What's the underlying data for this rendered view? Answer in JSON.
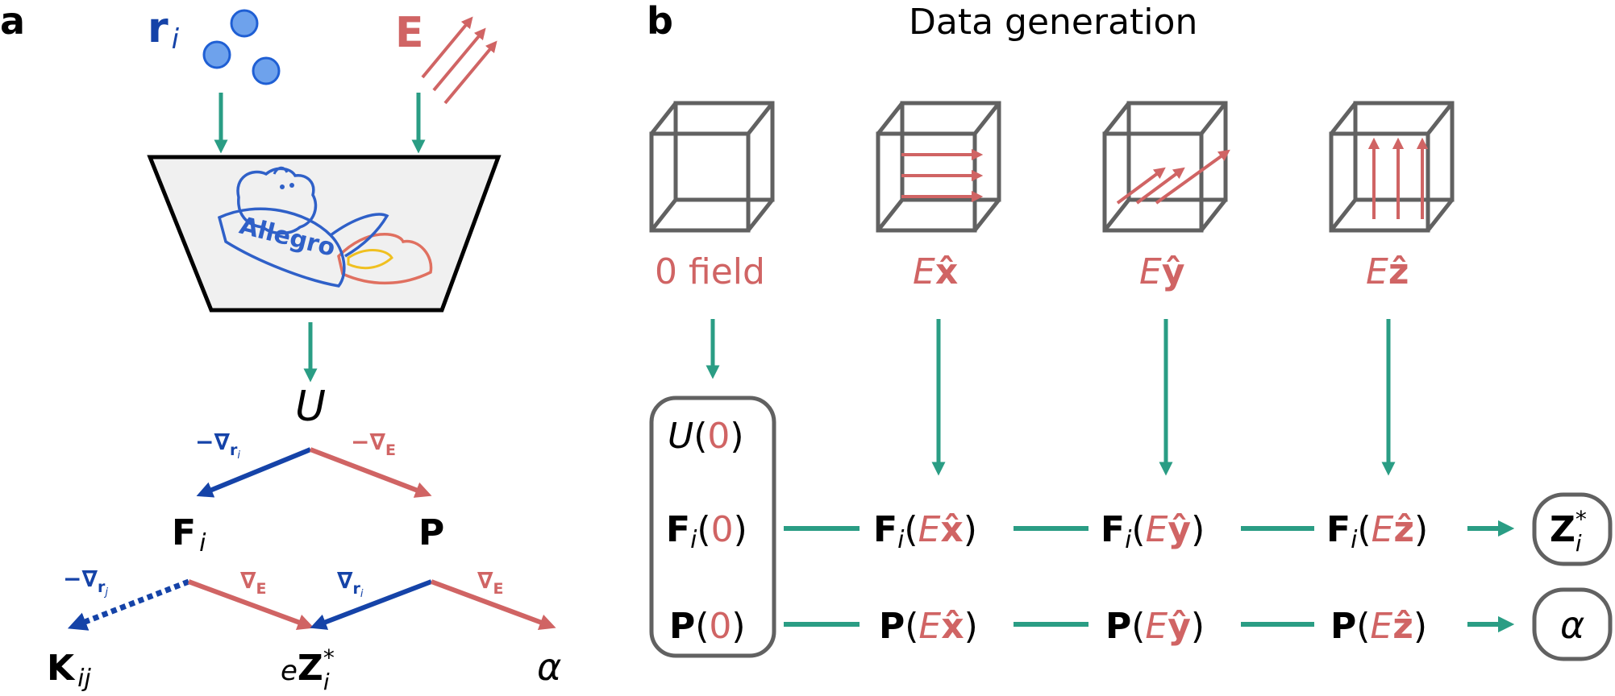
{
  "colors": {
    "red": "#d06464",
    "blue": "#1543a8",
    "green": "#2a9d84",
    "gray": "#616161",
    "black": "#000000",
    "engine_fill": "#f0f0f0",
    "atom_fill": "#6ea2ec",
    "atom_stroke": "#1f5fd4"
  },
  "panel_a": {
    "label": "a",
    "input_r": {
      "main": "r",
      "sub": "i"
    },
    "input_e": "E",
    "engine_logo_text": "Allegro",
    "energy": "U",
    "force": {
      "main": "F",
      "sub": "i"
    },
    "polarization": "P",
    "grad_neg_ri": {
      "text": "−∇",
      "sub": "r",
      "subsub": "i"
    },
    "grad_neg_e": {
      "text": "−∇",
      "sub": "E"
    },
    "grad_neg_rj": {
      "text": "−∇",
      "sub": "r",
      "subsub": "j"
    },
    "grad_e_left": {
      "text": "∇",
      "sub": "E"
    },
    "grad_ri": {
      "text": "∇",
      "sub": "r",
      "subsub": "i"
    },
    "grad_e_right": {
      "text": "∇",
      "sub": "E"
    },
    "hessian": {
      "main": "K",
      "sub": "ij"
    },
    "born_charge": {
      "prefix": "e",
      "main": "Z",
      "sup": "*",
      "sub": "i"
    },
    "polarizability": "α"
  },
  "panel_b": {
    "label": "b",
    "title": "Data generation",
    "fields": [
      {
        "label_plain": "0 field"
      },
      {
        "label_e": "E",
        "label_vec": "x̂"
      },
      {
        "label_e": "E",
        "label_vec": "ŷ"
      },
      {
        "label_e": "E",
        "label_vec": "ẑ"
      }
    ],
    "energy_zero": {
      "main": "U",
      "open": "(",
      "arg": "0",
      "close": ")"
    },
    "force_row": [
      {
        "main": "F",
        "sub": "i",
        "open": "(",
        "arg": "0",
        "close": ")"
      },
      {
        "main": "F",
        "sub": "i",
        "open": "(",
        "arg_e": "E",
        "arg_vec": "x̂",
        "close": ")"
      },
      {
        "main": "F",
        "sub": "i",
        "open": "(",
        "arg_e": "E",
        "arg_vec": "ŷ",
        "close": ")"
      },
      {
        "main": "F",
        "sub": "i",
        "open": "(",
        "arg_e": "E",
        "arg_vec": "ẑ",
        "close": ")"
      }
    ],
    "polarization_row": [
      {
        "main": "P",
        "open": "(",
        "arg": "0",
        "close": ")"
      },
      {
        "main": "P",
        "open": "(",
        "arg_e": "E",
        "arg_vec": "x̂",
        "close": ")"
      },
      {
        "main": "P",
        "open": "(",
        "arg_e": "E",
        "arg_vec": "ŷ",
        "close": ")"
      },
      {
        "main": "P",
        "open": "(",
        "arg_e": "E",
        "arg_vec": "ẑ",
        "close": ")"
      }
    ],
    "output_born": {
      "main": "Z",
      "sup": "*",
      "sub": "i"
    },
    "output_alpha": "α"
  }
}
